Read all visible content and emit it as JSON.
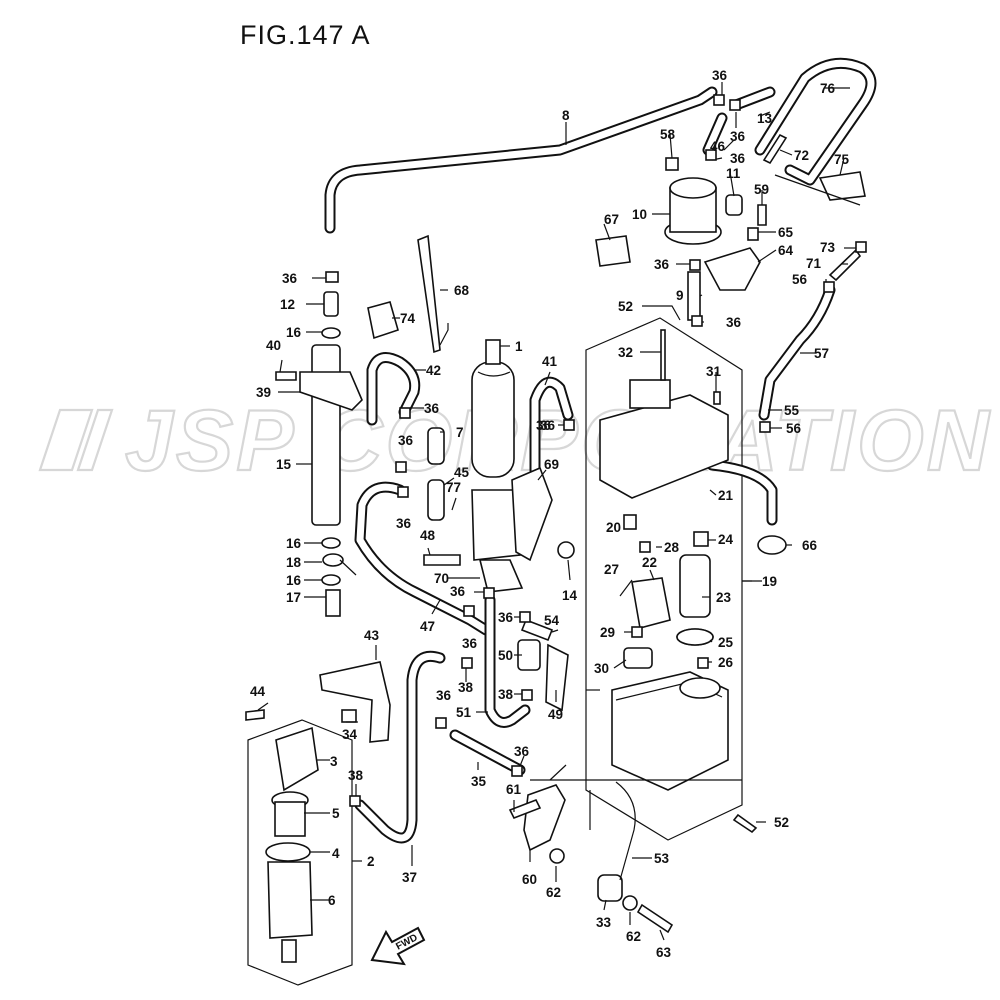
{
  "figure": {
    "title": "FIG.147 A",
    "watermark": "JSP CORPORATION",
    "direction_label": "FWD"
  },
  "callouts": [
    {
      "id": "c1",
      "label": "1"
    },
    {
      "id": "c2",
      "label": "2"
    },
    {
      "id": "c3",
      "label": "3"
    },
    {
      "id": "c4",
      "label": "4"
    },
    {
      "id": "c5",
      "label": "5"
    },
    {
      "id": "c6",
      "label": "6"
    },
    {
      "id": "c7",
      "label": "7"
    },
    {
      "id": "c8",
      "label": "8"
    },
    {
      "id": "c9",
      "label": "9"
    },
    {
      "id": "c10",
      "label": "10"
    },
    {
      "id": "c11",
      "label": "11"
    },
    {
      "id": "c12",
      "label": "12"
    },
    {
      "id": "c13",
      "label": "13"
    },
    {
      "id": "c14",
      "label": "14"
    },
    {
      "id": "c15",
      "label": "15"
    },
    {
      "id": "c16a",
      "label": "16"
    },
    {
      "id": "c16b",
      "label": "16"
    },
    {
      "id": "c16c",
      "label": "16"
    },
    {
      "id": "c17",
      "label": "17"
    },
    {
      "id": "c18",
      "label": "18"
    },
    {
      "id": "c19",
      "label": "19"
    },
    {
      "id": "c20",
      "label": "20"
    },
    {
      "id": "c21",
      "label": "21"
    },
    {
      "id": "c22",
      "label": "22"
    },
    {
      "id": "c23",
      "label": "23"
    },
    {
      "id": "c24",
      "label": "24"
    },
    {
      "id": "c25",
      "label": "25"
    },
    {
      "id": "c26",
      "label": "26"
    },
    {
      "id": "c27",
      "label": "27"
    },
    {
      "id": "c28",
      "label": "28"
    },
    {
      "id": "c29",
      "label": "29"
    },
    {
      "id": "c30",
      "label": "30"
    },
    {
      "id": "c31",
      "label": "31"
    },
    {
      "id": "c32",
      "label": "32"
    },
    {
      "id": "c33",
      "label": "33"
    },
    {
      "id": "c34",
      "label": "34"
    },
    {
      "id": "c35",
      "label": "35"
    },
    {
      "id": "c36a",
      "label": "36"
    },
    {
      "id": "c36b",
      "label": "36"
    },
    {
      "id": "c36c",
      "label": "36"
    },
    {
      "id": "c36d",
      "label": "36"
    },
    {
      "id": "c36e",
      "label": "36"
    },
    {
      "id": "c36f",
      "label": "36"
    },
    {
      "id": "c36g",
      "label": "36"
    },
    {
      "id": "c36h",
      "label": "36"
    },
    {
      "id": "c36i",
      "label": "36"
    },
    {
      "id": "c36j",
      "label": "36"
    },
    {
      "id": "c36k",
      "label": "36"
    },
    {
      "id": "c36l",
      "label": "36"
    },
    {
      "id": "c36m",
      "label": "36"
    },
    {
      "id": "c36n",
      "label": "36"
    },
    {
      "id": "c36o",
      "label": "36"
    },
    {
      "id": "c36p",
      "label": "36"
    },
    {
      "id": "c37",
      "label": "37"
    },
    {
      "id": "c38a",
      "label": "38"
    },
    {
      "id": "c38b",
      "label": "38"
    },
    {
      "id": "c38c",
      "label": "38"
    },
    {
      "id": "c39",
      "label": "39"
    },
    {
      "id": "c40",
      "label": "40"
    },
    {
      "id": "c41",
      "label": "41"
    },
    {
      "id": "c42",
      "label": "42"
    },
    {
      "id": "c43",
      "label": "43"
    },
    {
      "id": "c44",
      "label": "44"
    },
    {
      "id": "c45",
      "label": "45"
    },
    {
      "id": "c46",
      "label": "46"
    },
    {
      "id": "c47",
      "label": "47"
    },
    {
      "id": "c48",
      "label": "48"
    },
    {
      "id": "c49",
      "label": "49"
    },
    {
      "id": "c50",
      "label": "50"
    },
    {
      "id": "c51",
      "label": "51"
    },
    {
      "id": "c52a",
      "label": "52"
    },
    {
      "id": "c52b",
      "label": "52"
    },
    {
      "id": "c53",
      "label": "53"
    },
    {
      "id": "c54",
      "label": "54"
    },
    {
      "id": "c55",
      "label": "55"
    },
    {
      "id": "c56a",
      "label": "56"
    },
    {
      "id": "c56b",
      "label": "56"
    },
    {
      "id": "c57",
      "label": "57"
    },
    {
      "id": "c58",
      "label": "58"
    },
    {
      "id": "c59",
      "label": "59"
    },
    {
      "id": "c60",
      "label": "60"
    },
    {
      "id": "c61",
      "label": "61"
    },
    {
      "id": "c62a",
      "label": "62"
    },
    {
      "id": "c62b",
      "label": "62"
    },
    {
      "id": "c63",
      "label": "63"
    },
    {
      "id": "c64",
      "label": "64"
    },
    {
      "id": "c65",
      "label": "65"
    },
    {
      "id": "c66",
      "label": "66"
    },
    {
      "id": "c67",
      "label": "67"
    },
    {
      "id": "c68",
      "label": "68"
    },
    {
      "id": "c69",
      "label": "69"
    },
    {
      "id": "c70",
      "label": "70"
    },
    {
      "id": "c71",
      "label": "71"
    },
    {
      "id": "c72",
      "label": "72"
    },
    {
      "id": "c73",
      "label": "73"
    },
    {
      "id": "c74",
      "label": "74"
    },
    {
      "id": "c75",
      "label": "75"
    },
    {
      "id": "c76",
      "label": "76"
    },
    {
      "id": "c77",
      "label": "77"
    }
  ]
}
